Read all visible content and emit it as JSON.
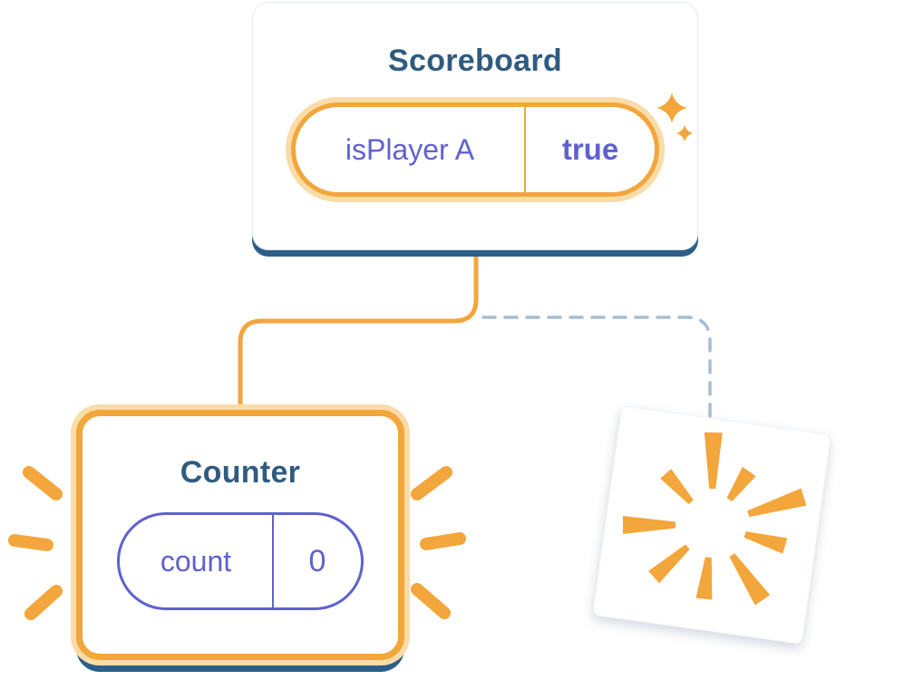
{
  "colors": {
    "orange": "#F2A63B",
    "orangeGlow": "#F9DCA8",
    "navy": "#2F5B80",
    "navyShadow": "#2B5E89",
    "purple": "#6061CE",
    "dashBlue": "#A6BDD4",
    "cardBorder": "#E2E8F0"
  },
  "scoreboard": {
    "title": "Scoreboard",
    "state": {
      "key": "isPlayer A",
      "value": "true"
    }
  },
  "counter": {
    "title": "Counter",
    "state": {
      "key": "count",
      "value": "0"
    }
  }
}
